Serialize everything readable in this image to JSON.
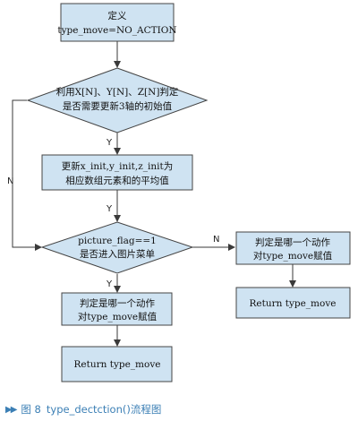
{
  "diagram": {
    "nodes": {
      "init": [
        "定义",
        "type_move=NO_ACTION"
      ],
      "decision1": [
        "利用X[N]、Y[N]、Z[N]判定",
        "是否需要更新3轴的初始值"
      ],
      "update": [
        "更新x_init,y_init,z_init为",
        "相应数组元素和的平均值"
      ],
      "decision2": [
        "picture_flag==1",
        "是否进入图片菜单"
      ],
      "judge_left": [
        "判定是哪一个动作",
        "对type_move赋值"
      ],
      "return_left": [
        "Return type_move"
      ],
      "judge_right": [
        "判定是哪一个动作",
        "对type_move赋值"
      ],
      "return_right": [
        "Return type_move"
      ]
    },
    "edge_labels": {
      "d1_yes": "Y",
      "d1_no": "N",
      "update_out": "Y",
      "d2_yes": "Y",
      "d2_no": "N"
    },
    "colors": {
      "box_fill": "#cfe3f2",
      "box_stroke": "#444444",
      "line": "#3a3a3a",
      "caption": "#3b7fb5"
    }
  },
  "caption": {
    "marker_icon": "double-triangle-right-icon",
    "figure_label": "图 8",
    "title": "type_dectction()流程图"
  }
}
